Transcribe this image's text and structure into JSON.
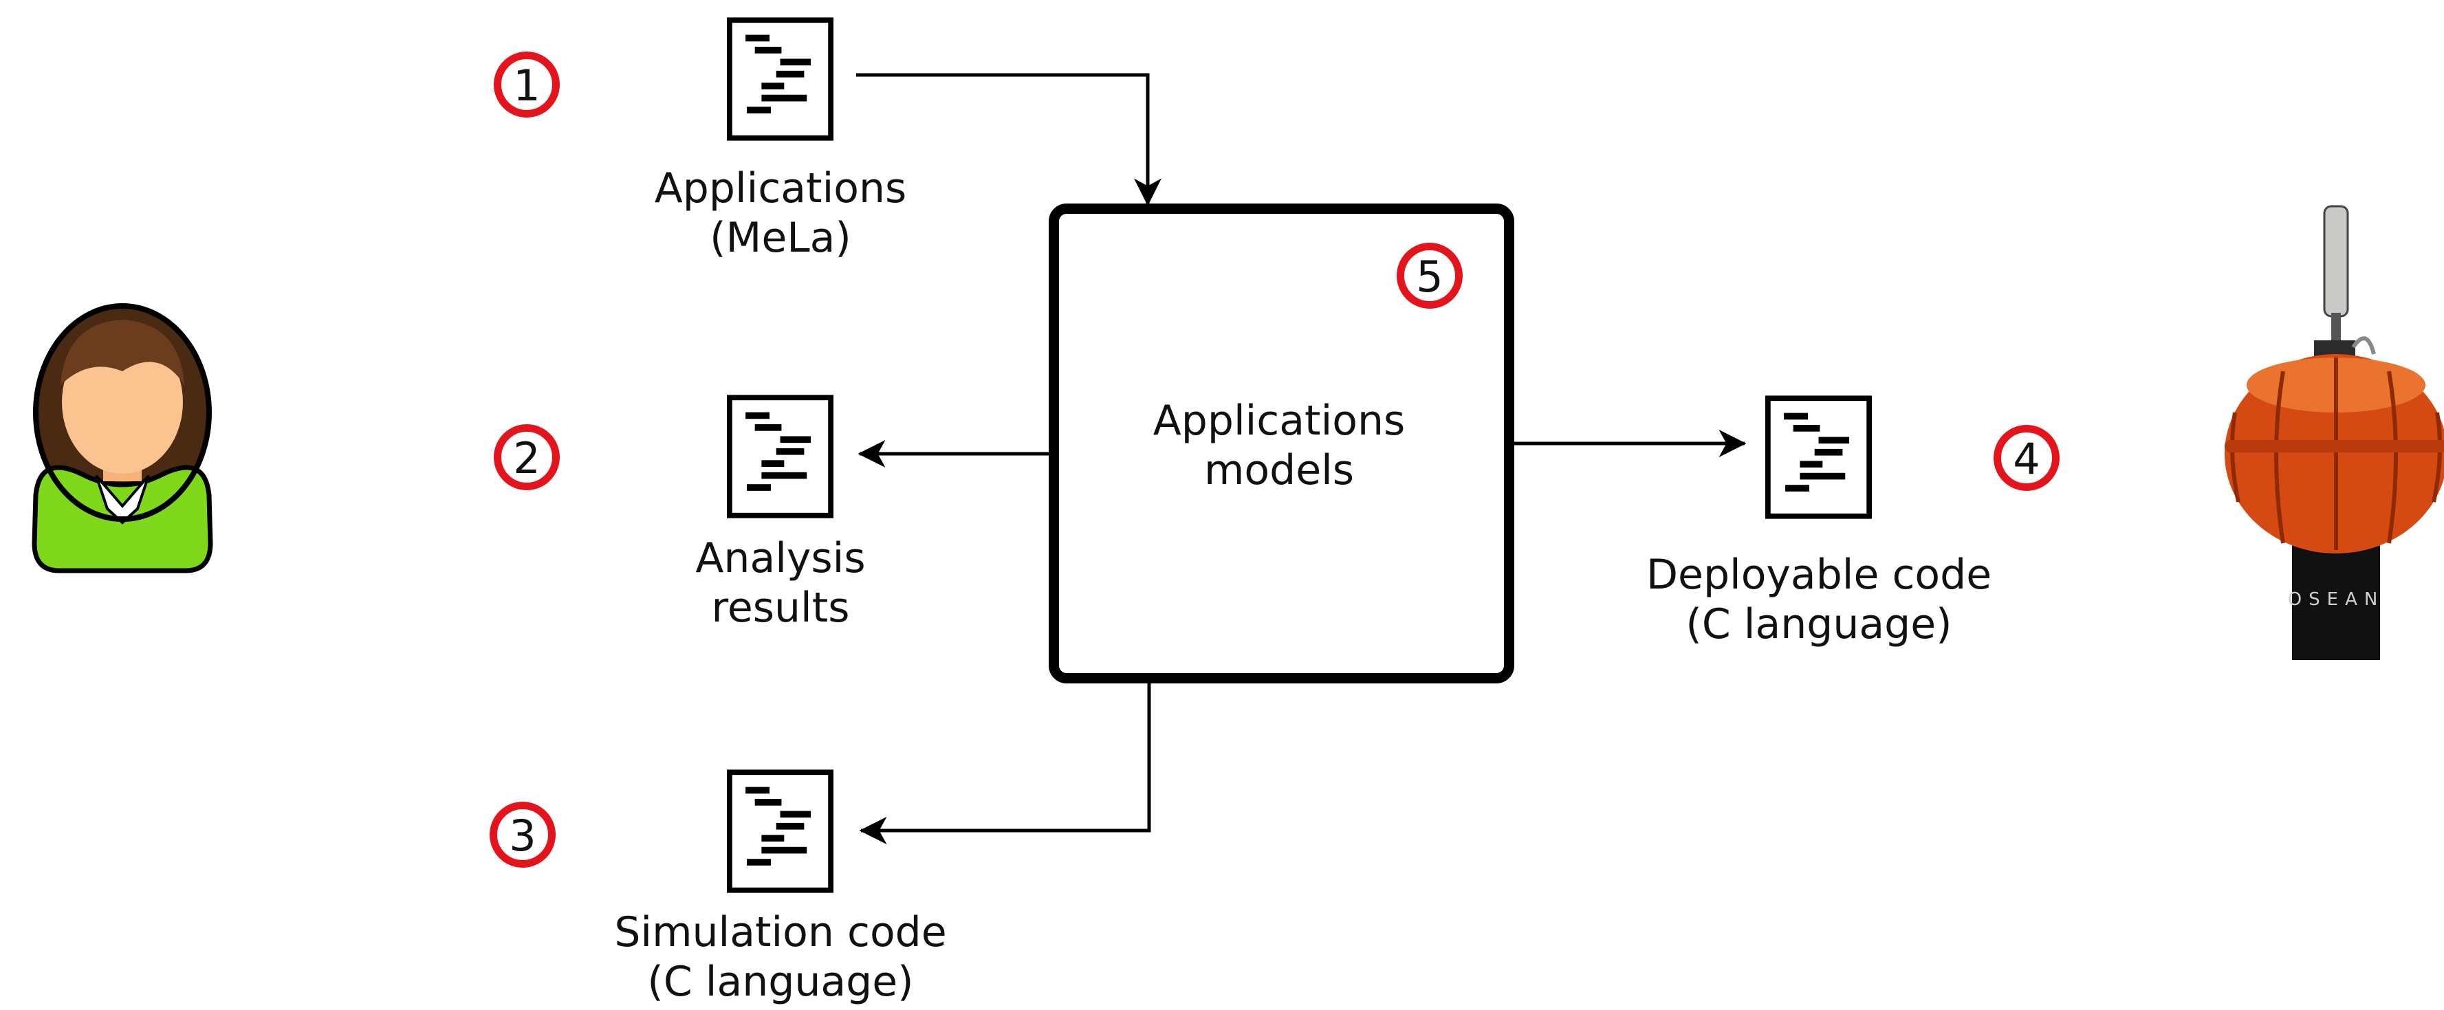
{
  "nodes": {
    "applications": {
      "line1": "Applications",
      "line2": "(MeLa)"
    },
    "analysis": {
      "line1": "Analysis",
      "line2": "results"
    },
    "simulation": {
      "line1": "Simulation code",
      "line2": "(C language)"
    },
    "deployable": {
      "line1": "Deployable code",
      "line2": "(C language)"
    },
    "models": {
      "line1": "Applications",
      "line2": "models"
    }
  },
  "steps": [
    "1",
    "2",
    "3",
    "4",
    "5"
  ],
  "float_brand": "OSEAN",
  "colors": {
    "badge_ring": "#e3141b",
    "float_body": "#d44a12",
    "user_shirt": "#7fd81a",
    "user_hair": "#6b3d1e"
  },
  "icons": [
    "user-avatar-icon",
    "document-icon",
    "float-device-icon",
    "arrow-icon"
  ]
}
